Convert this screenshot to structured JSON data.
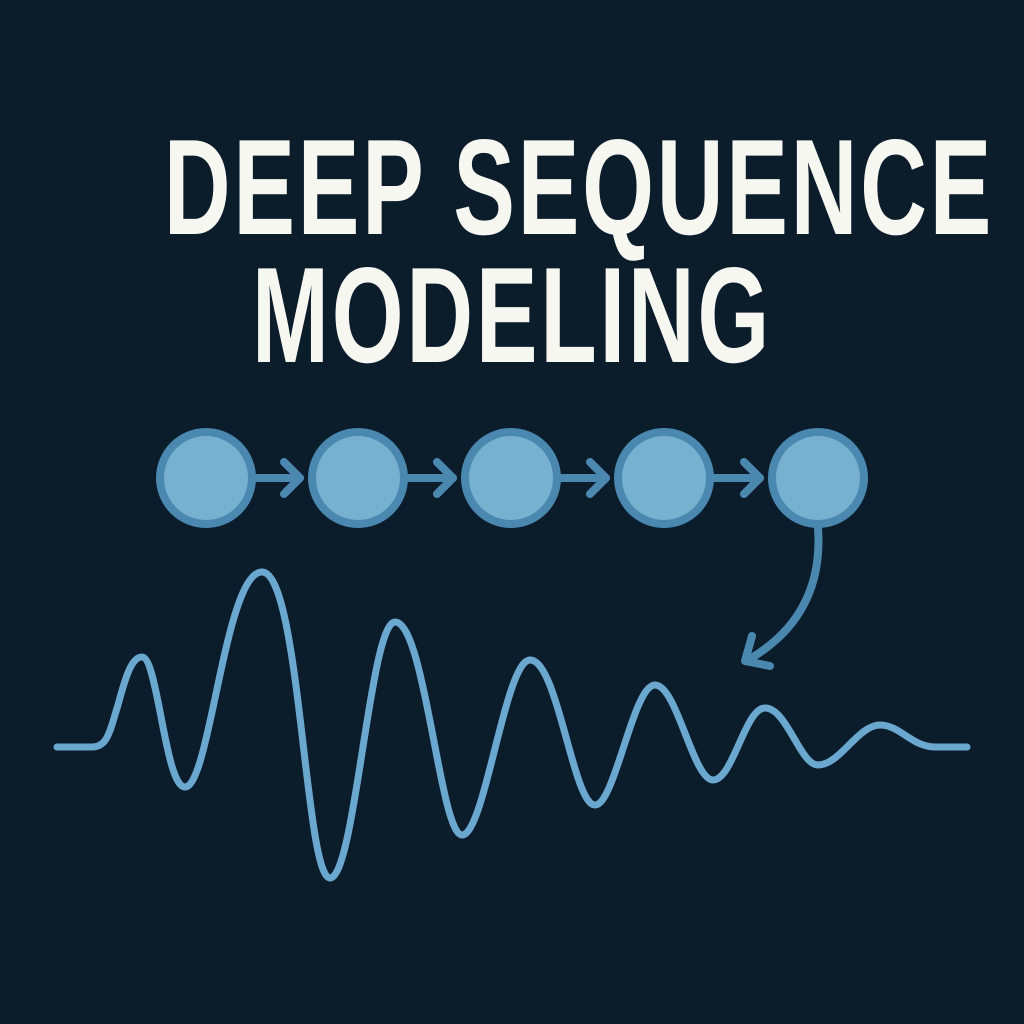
{
  "title": {
    "line1": "DEEP SEQUENCE",
    "line2": "MODELING"
  },
  "colors": {
    "background": "#0b1c2b",
    "node_fill": "#78b0d0",
    "node_stroke": "#4a88b0",
    "wave": "#6aa8d0",
    "text": "#f7f7f2"
  },
  "diagram": {
    "node_count": 5
  }
}
